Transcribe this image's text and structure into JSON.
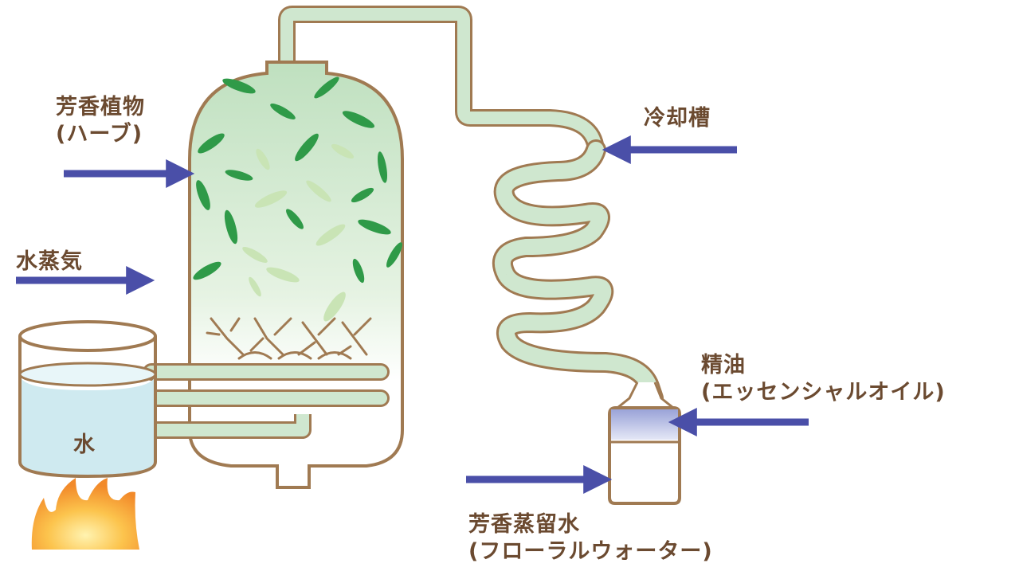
{
  "labels": {
    "herb": [
      "芳香植物",
      "(ハーブ)"
    ],
    "steam": "水蒸気",
    "cooler": "冷却槽",
    "oil": [
      "精油",
      "(エッセンシャルオイル)"
    ],
    "floral": [
      "芳香蒸留水",
      "(フローラルウォーター)"
    ],
    "water": "水"
  },
  "colors": {
    "outline": "#a07a52",
    "tube_fill": "#cfe7cf",
    "leaf_dark": "#2f9a48",
    "leaf_light": "#c9e4b5",
    "water": "#cfeaf0",
    "arrow": "#4a4fa8",
    "text": "#6b4a30",
    "flame": "#f6a13a"
  }
}
